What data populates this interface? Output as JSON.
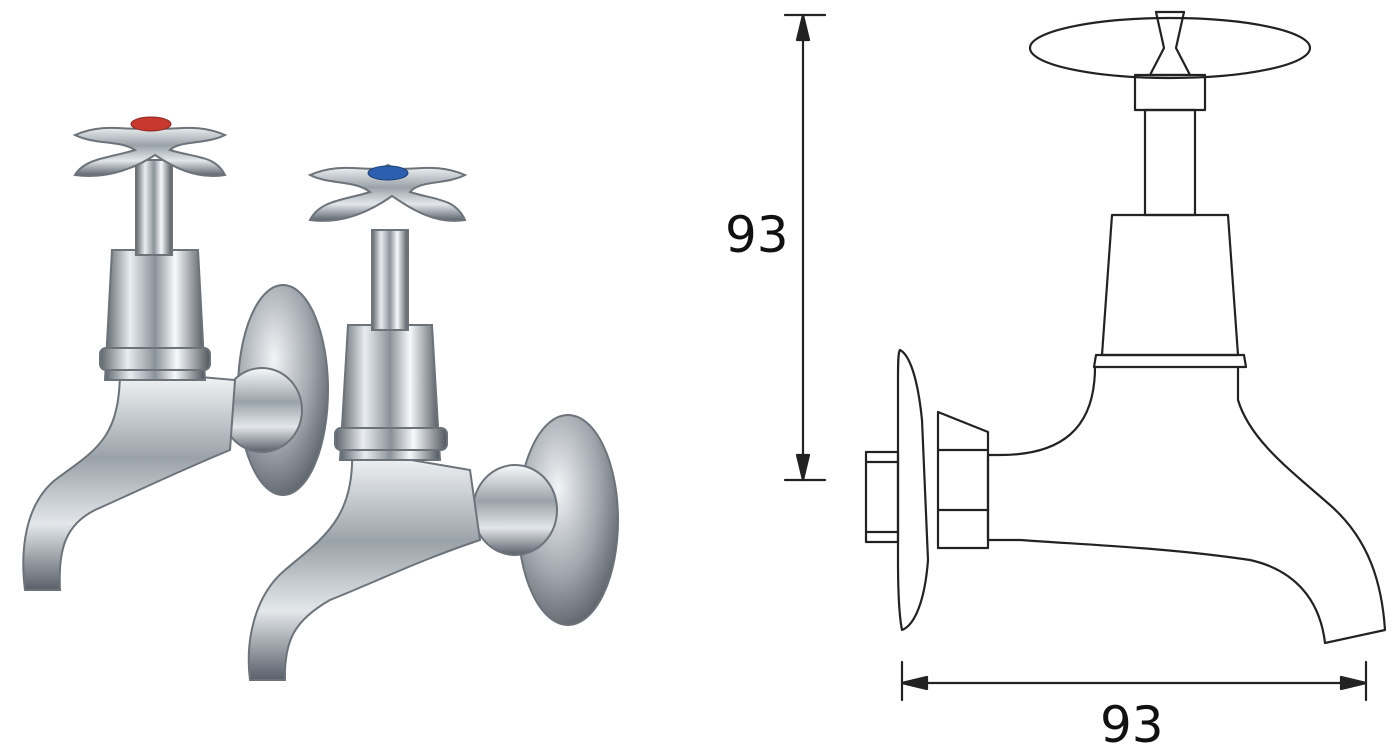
{
  "dimensions": {
    "height_label": "93",
    "width_label": "93"
  },
  "colors": {
    "hot_indicator": "#c8382e",
    "cold_indicator": "#2d5fb0",
    "chrome_light": "#f4f6f8",
    "chrome_dark": "#6b737c",
    "line": "#222222"
  },
  "icons": {
    "hot_tap": "cross-head-bib-tap-hot",
    "cold_tap": "cross-head-bib-tap-cold"
  }
}
